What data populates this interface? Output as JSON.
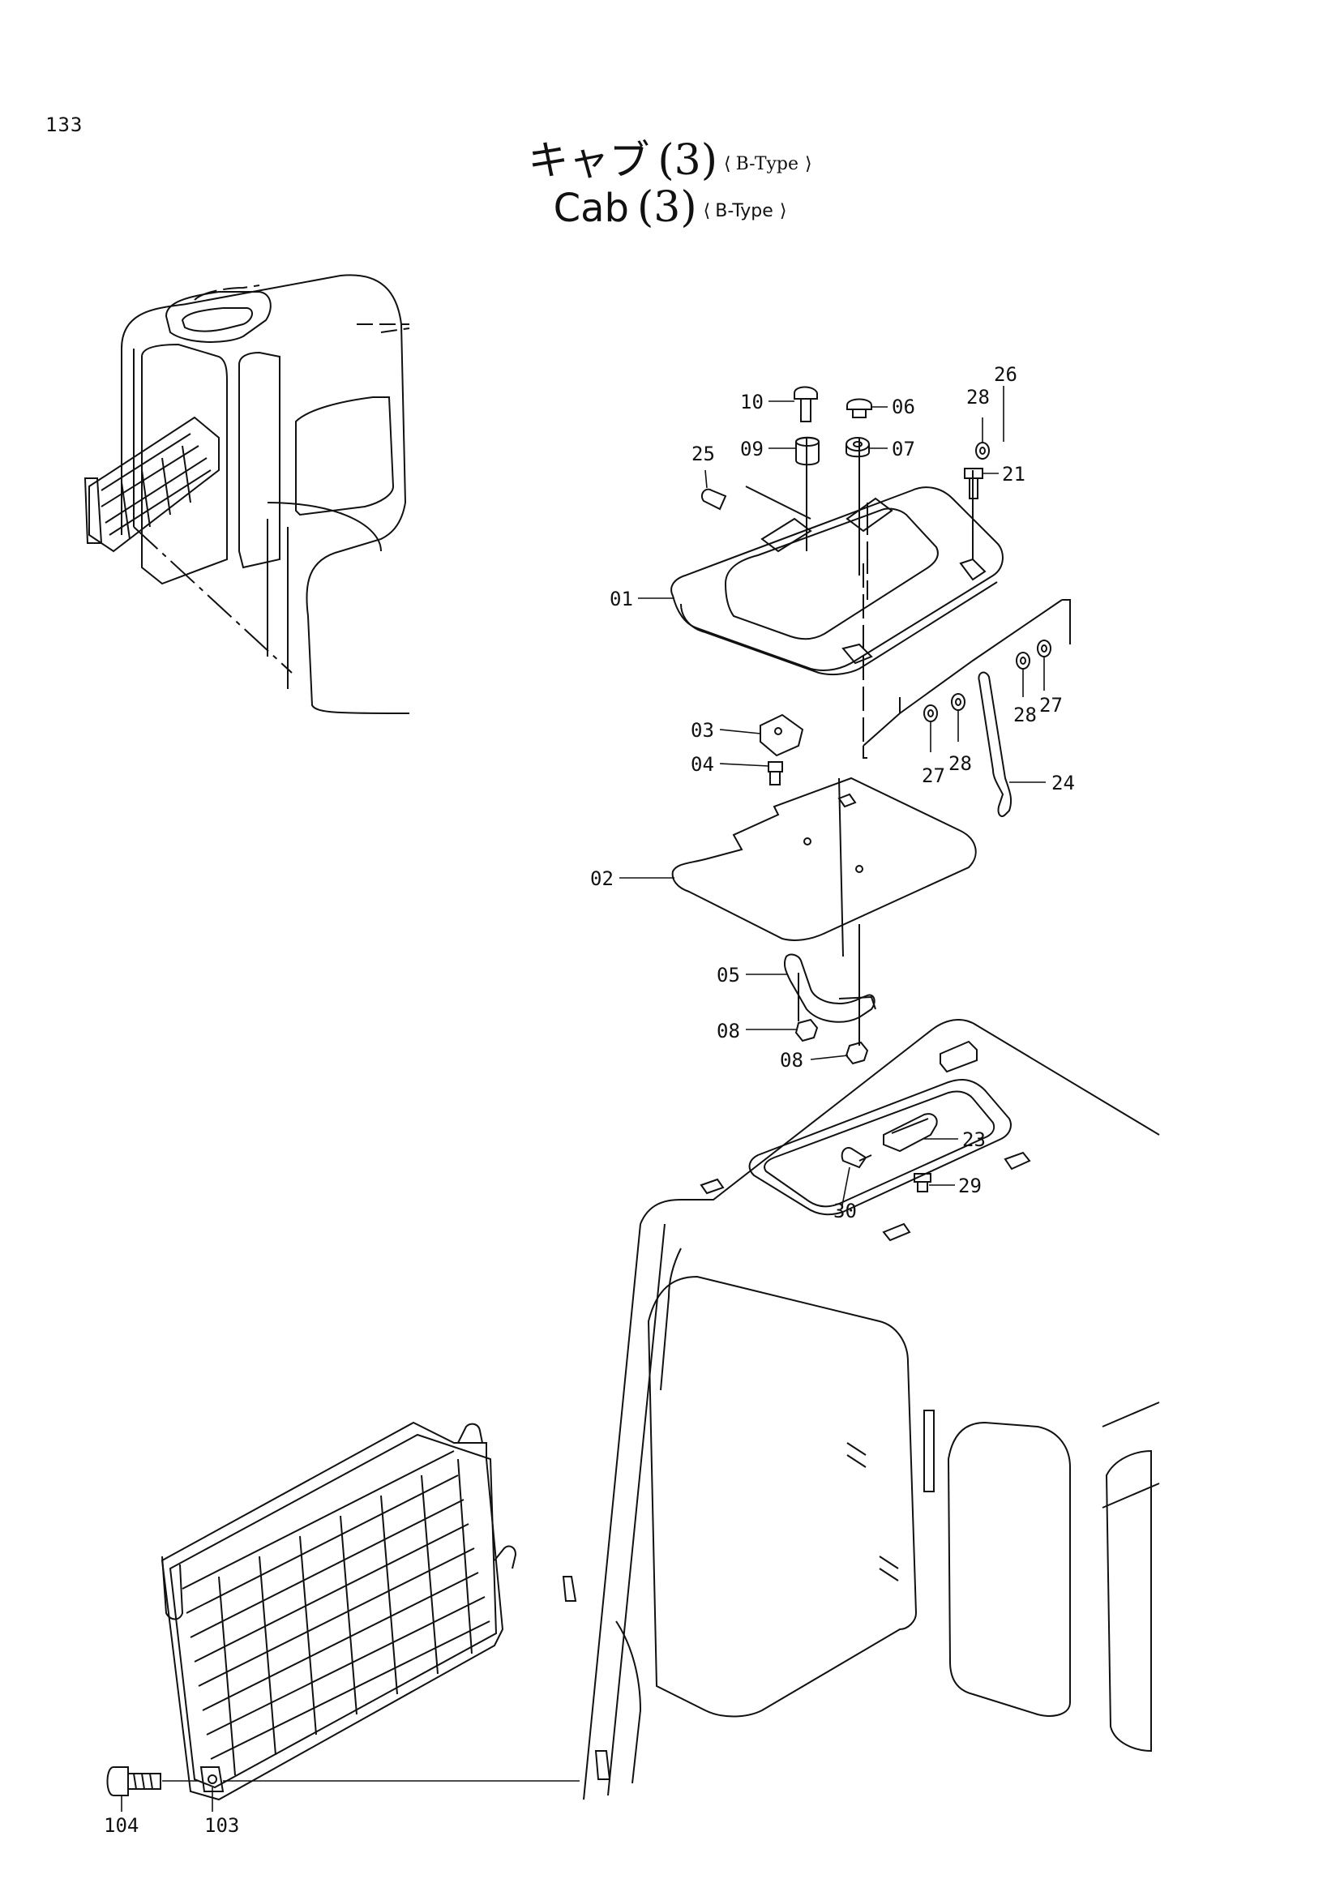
{
  "page_number": "133",
  "title_jp": "キャブ",
  "title_en": "Cab",
  "title_num": "(3)",
  "title_variant": "B-Type",
  "callouts": [
    "10",
    "06",
    "28",
    "26",
    "09",
    "07",
    "25",
    "21",
    "01",
    "03",
    "04",
    "28",
    "27",
    "27",
    "28",
    "24",
    "02",
    "05",
    "08",
    "08",
    "23",
    "29",
    "30",
    "104",
    "103"
  ],
  "colors": {
    "line": "#111111",
    "background": "#ffffff"
  }
}
